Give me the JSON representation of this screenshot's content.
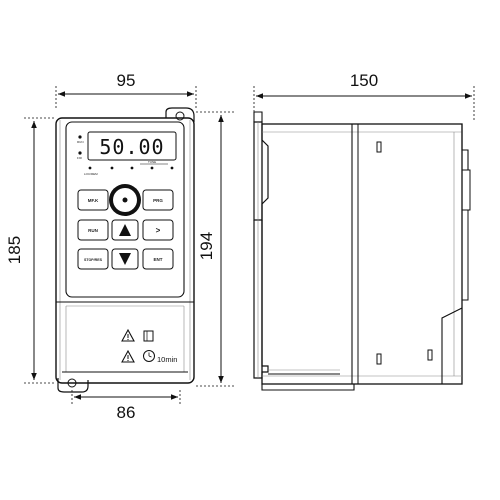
{
  "dimensions": {
    "front_width": "95",
    "front_height": "185",
    "total_height": "194",
    "mount_width": "86",
    "side_depth": "150"
  },
  "display": {
    "value": "50.00",
    "indicators": [
      "RUN",
      "F/R",
      "LOC/REM",
      "TUNE"
    ]
  },
  "keys": {
    "mfk": "MF.K",
    "prg": "PRG",
    "run": "RUN",
    "shift": ">",
    "stop": "STOP/RES",
    "ent": "ENT"
  },
  "warning": {
    "time": "10min"
  }
}
